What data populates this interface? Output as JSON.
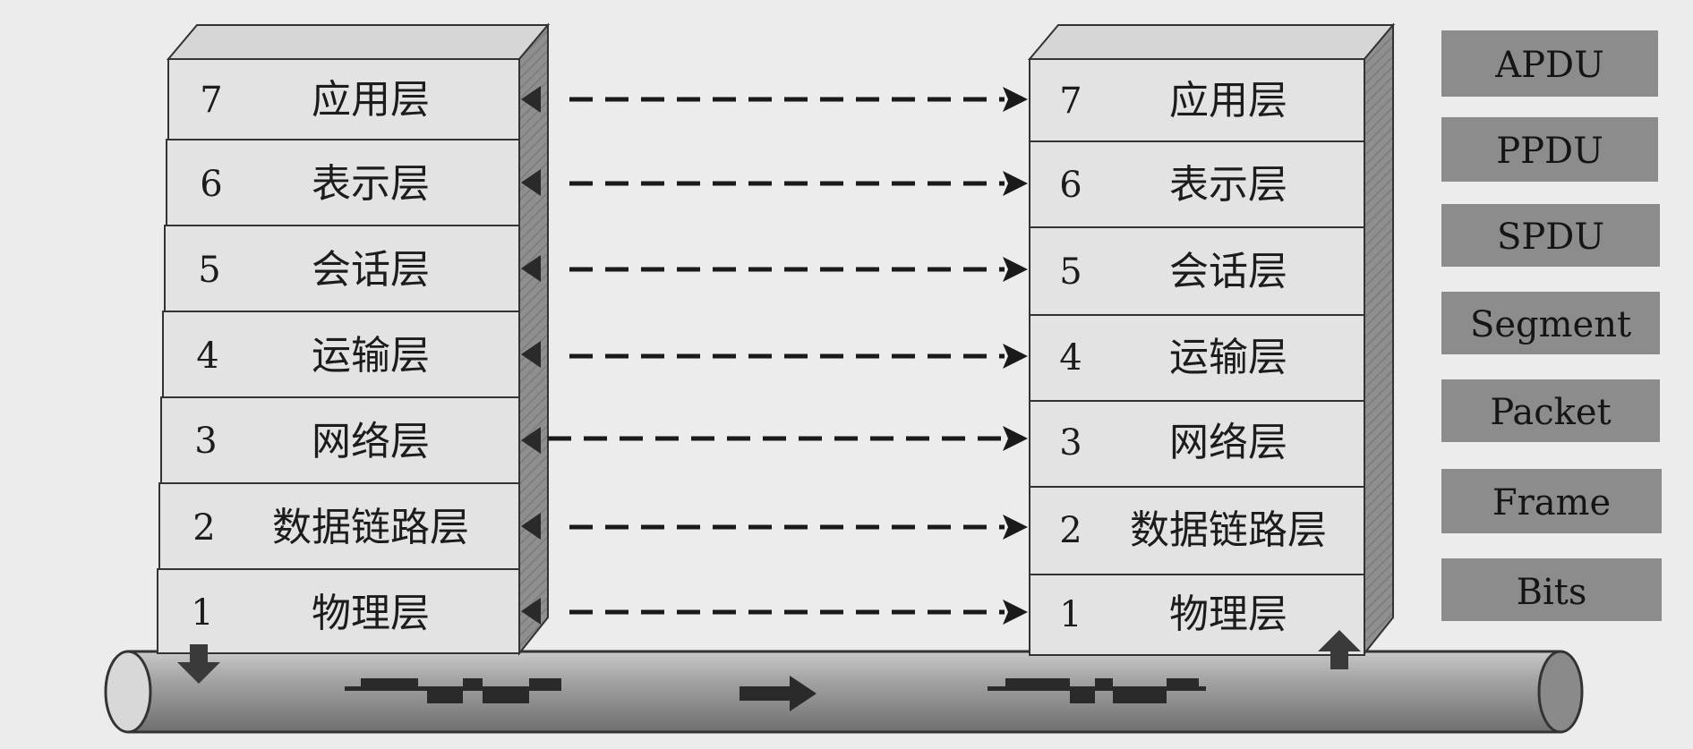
{
  "layers": [
    {
      "num": "7",
      "name": "应用层"
    },
    {
      "num": "6",
      "name": "表示层"
    },
    {
      "num": "5",
      "name": "会话层"
    },
    {
      "num": "4",
      "name": "运输层"
    },
    {
      "num": "3",
      "name": "网络层"
    },
    {
      "num": "2",
      "name": "数据链路层"
    },
    {
      "num": "1",
      "name": "物理层"
    }
  ],
  "pdus": [
    "APDU",
    "PPDU",
    "SPDU",
    "Segment",
    "Packet",
    "Frame",
    "Bits"
  ],
  "colors": {
    "background": "#ececec",
    "layer_fill": "#e3e3e3",
    "stack_side": "#8f8f8f",
    "pdu_box": "#8c8c8c",
    "cable": "#a9a9a9",
    "ink": "#1c1c1c"
  }
}
